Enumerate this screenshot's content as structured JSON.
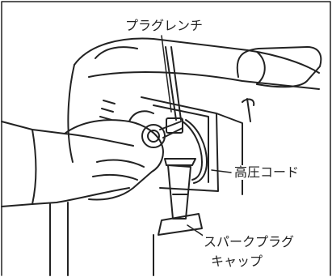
{
  "labels": {
    "plug_wrench": "プラグレンチ",
    "high_voltage_cord": "高圧コード",
    "spark_plug_cap_line1": "スパークプラグ",
    "spark_plug_cap_line2": "キャップ"
  }
}
